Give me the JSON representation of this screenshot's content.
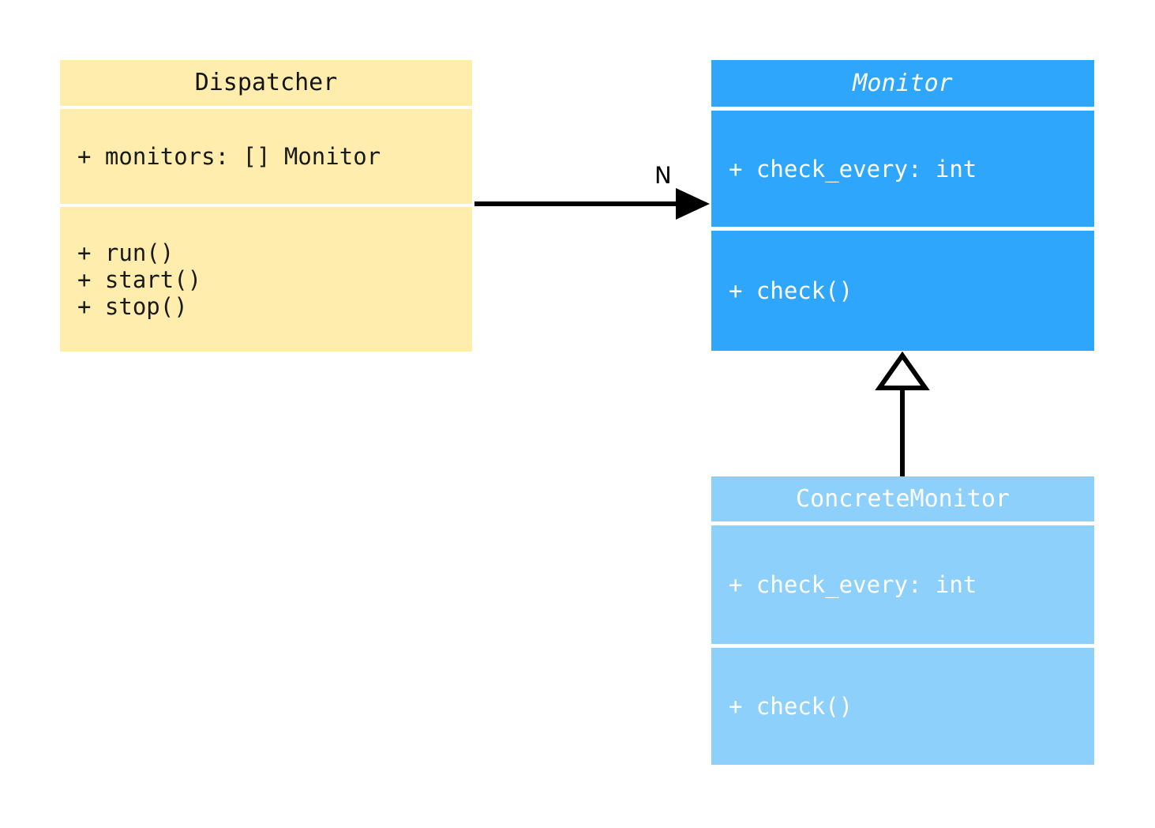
{
  "diagram": {
    "type": "uml-class-diagram",
    "background_color": "#ffffff"
  },
  "classes": [
    {
      "id": "dispatcher",
      "name": "Dispatcher",
      "abstract": false,
      "fill_color": "#ffedad",
      "text_color": "#151515",
      "attributes": [
        "+ monitors: [] Monitor"
      ],
      "methods": [
        "+ run()",
        "+ start()",
        "+ stop()"
      ]
    },
    {
      "id": "monitor",
      "name": "Monitor",
      "abstract": true,
      "fill_color": "#2ea6fc",
      "text_color": "#ffffff",
      "attributes": [
        "+ check_every: int"
      ],
      "methods": [
        "+ check()"
      ]
    },
    {
      "id": "concretemonitor",
      "name": "ConcreteMonitor",
      "abstract": false,
      "fill_color": "#8ed0fc",
      "text_color": "#ffffff",
      "attributes": [
        "+ check_every: int"
      ],
      "methods": [
        "+ check()"
      ]
    }
  ],
  "relationships": [
    {
      "id": "dispatcher-to-monitor",
      "kind": "association",
      "from": "Dispatcher",
      "to": "Monitor",
      "multiplicity_label": "N",
      "line_color": "#000000"
    },
    {
      "id": "concretemonitor-to-monitor",
      "kind": "generalization",
      "from": "ConcreteMonitor",
      "to": "Monitor",
      "arrowhead": "hollow-triangle",
      "line_color": "#000000",
      "arrowhead_fill": "#ffffff"
    }
  ]
}
